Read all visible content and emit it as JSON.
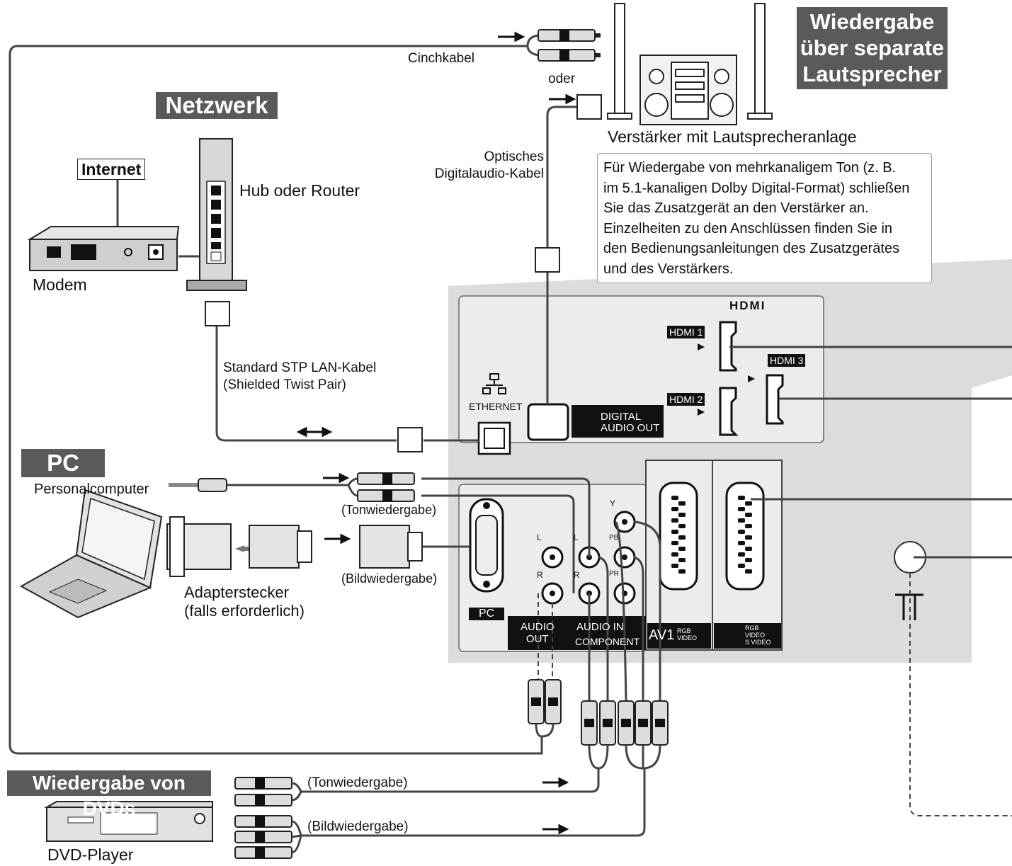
{
  "headings": {
    "separate_speakers": [
      "Wiedergabe",
      "über separate",
      "Lautsprecher"
    ],
    "network": "Netzwerk",
    "pc": "PC",
    "dvd": "Wiedergabe von DVDs"
  },
  "labels": {
    "cinch_cable": "Cinchkabel",
    "or": "oder",
    "amplifier": "Verstärker mit Lautsprecheranlage",
    "optical_cable": [
      "Optisches",
      "Digitalaudio-Kabel"
    ],
    "internet": "Internet",
    "hub_router": "Hub oder Router",
    "modem": "Modem",
    "lan_cable": [
      "Standard STP LAN-Kabel",
      "(Shielded Twist Pair)"
    ],
    "personal_computer": "Personalcomputer",
    "sound_playback": "(Tonwiedergabe)",
    "picture_playback": "(Bildwiedergabe)",
    "adapter": [
      "Adapterstecker",
      "(falls erforderlich)"
    ],
    "dvd_player": "DVD-Player",
    "dvd_sound": "(Tonwiedergabe)",
    "dvd_picture": "(Bildwiedergabe)"
  },
  "note": [
    "Für Wiedergabe von mehrkanaligem Ton (z. B.",
    "im 5.1-kanaligen Dolby Digital-Format) schließen",
    "Sie das Zusatzgerät an den Verstärker an.",
    "Einzelheiten zu den Anschlüssen finden Sie in",
    "den Bedienungsanleitungen des Zusatzgerätes",
    "und des Verstärkers."
  ],
  "panel": {
    "hdmi_logo": "HDMI",
    "hdmi1": "HDMI 1",
    "hdmi2": "HDMI 2",
    "hdmi3": "HDMI 3",
    "ethernet": "ETHERNET",
    "digital_audio_out": [
      "DIGITAL",
      "AUDIO OUT"
    ],
    "pc_port": "PC",
    "audio_out": [
      "AUDIO",
      "OUT"
    ],
    "audio_in": "AUDIO IN",
    "component": "COMPONENT",
    "av1": "AV1",
    "rgb_video": [
      "RGB",
      "VIDEO"
    ],
    "rgb_video_svideo": [
      "RGB",
      "VIDEO",
      "S VIDEO"
    ],
    "jack_l": "L",
    "jack_r": "R",
    "jack_y": "Y",
    "jack_pb": "PB",
    "jack_pr": "PR"
  }
}
